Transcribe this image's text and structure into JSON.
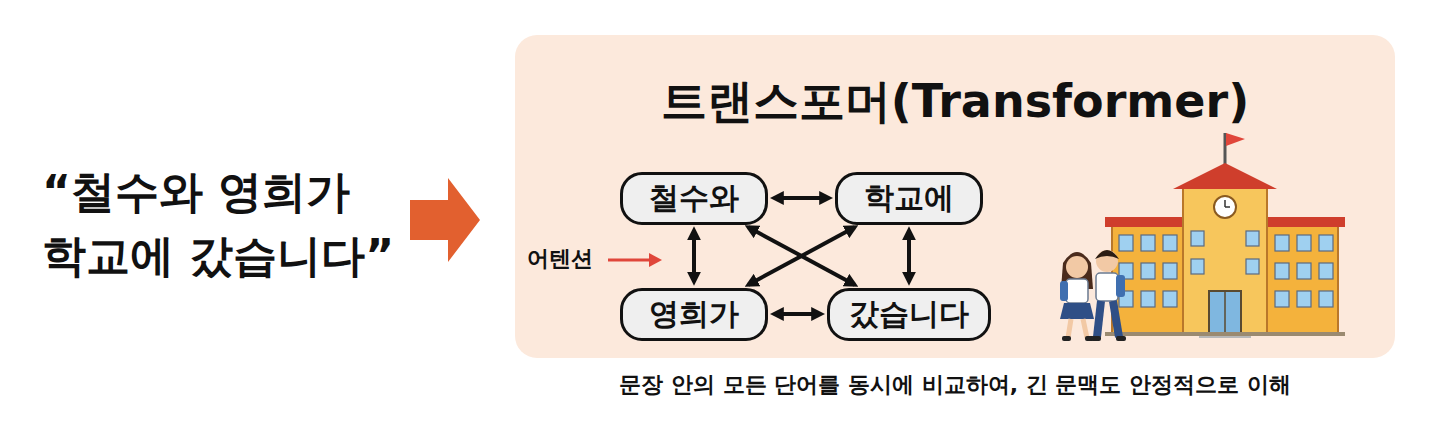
{
  "diagram": {
    "caption": "문장 안의 모든 단어를 동시에 비교하여, 긴 문맥도 안정적으로 이해",
    "nodes": [
      {
        "text": [
          "트랜스포머(Transformer)"
        ]
      },
      {
        "text": [
          "철수와"
        ],
        "in": 0
      },
      {
        "text": [
          "학교에"
        ],
        "in": 0
      },
      {
        "text": [
          "영희가"
        ],
        "in": 0
      },
      {
        "text": [
          "갔습니다"
        ],
        "in": 0
      }
    ],
    "edges": [
      {
        "from": 1,
        "to": 2,
        "arrow": "both"
      },
      {
        "from": 1,
        "to": 3,
        "arrow": "both"
      },
      {
        "from": 2,
        "to": 4,
        "arrow": "both"
      },
      {
        "from": 3,
        "to": 4,
        "arrow": "both"
      },
      {
        "from": 1,
        "to": 4,
        "arrow": "both"
      },
      {
        "from": 2,
        "to": 3,
        "arrow": "both"
      }
    ],
    "labels": [
      "“철수와 영희가 학교에 갔습니다”",
      "어텐션"
    ]
  }
}
